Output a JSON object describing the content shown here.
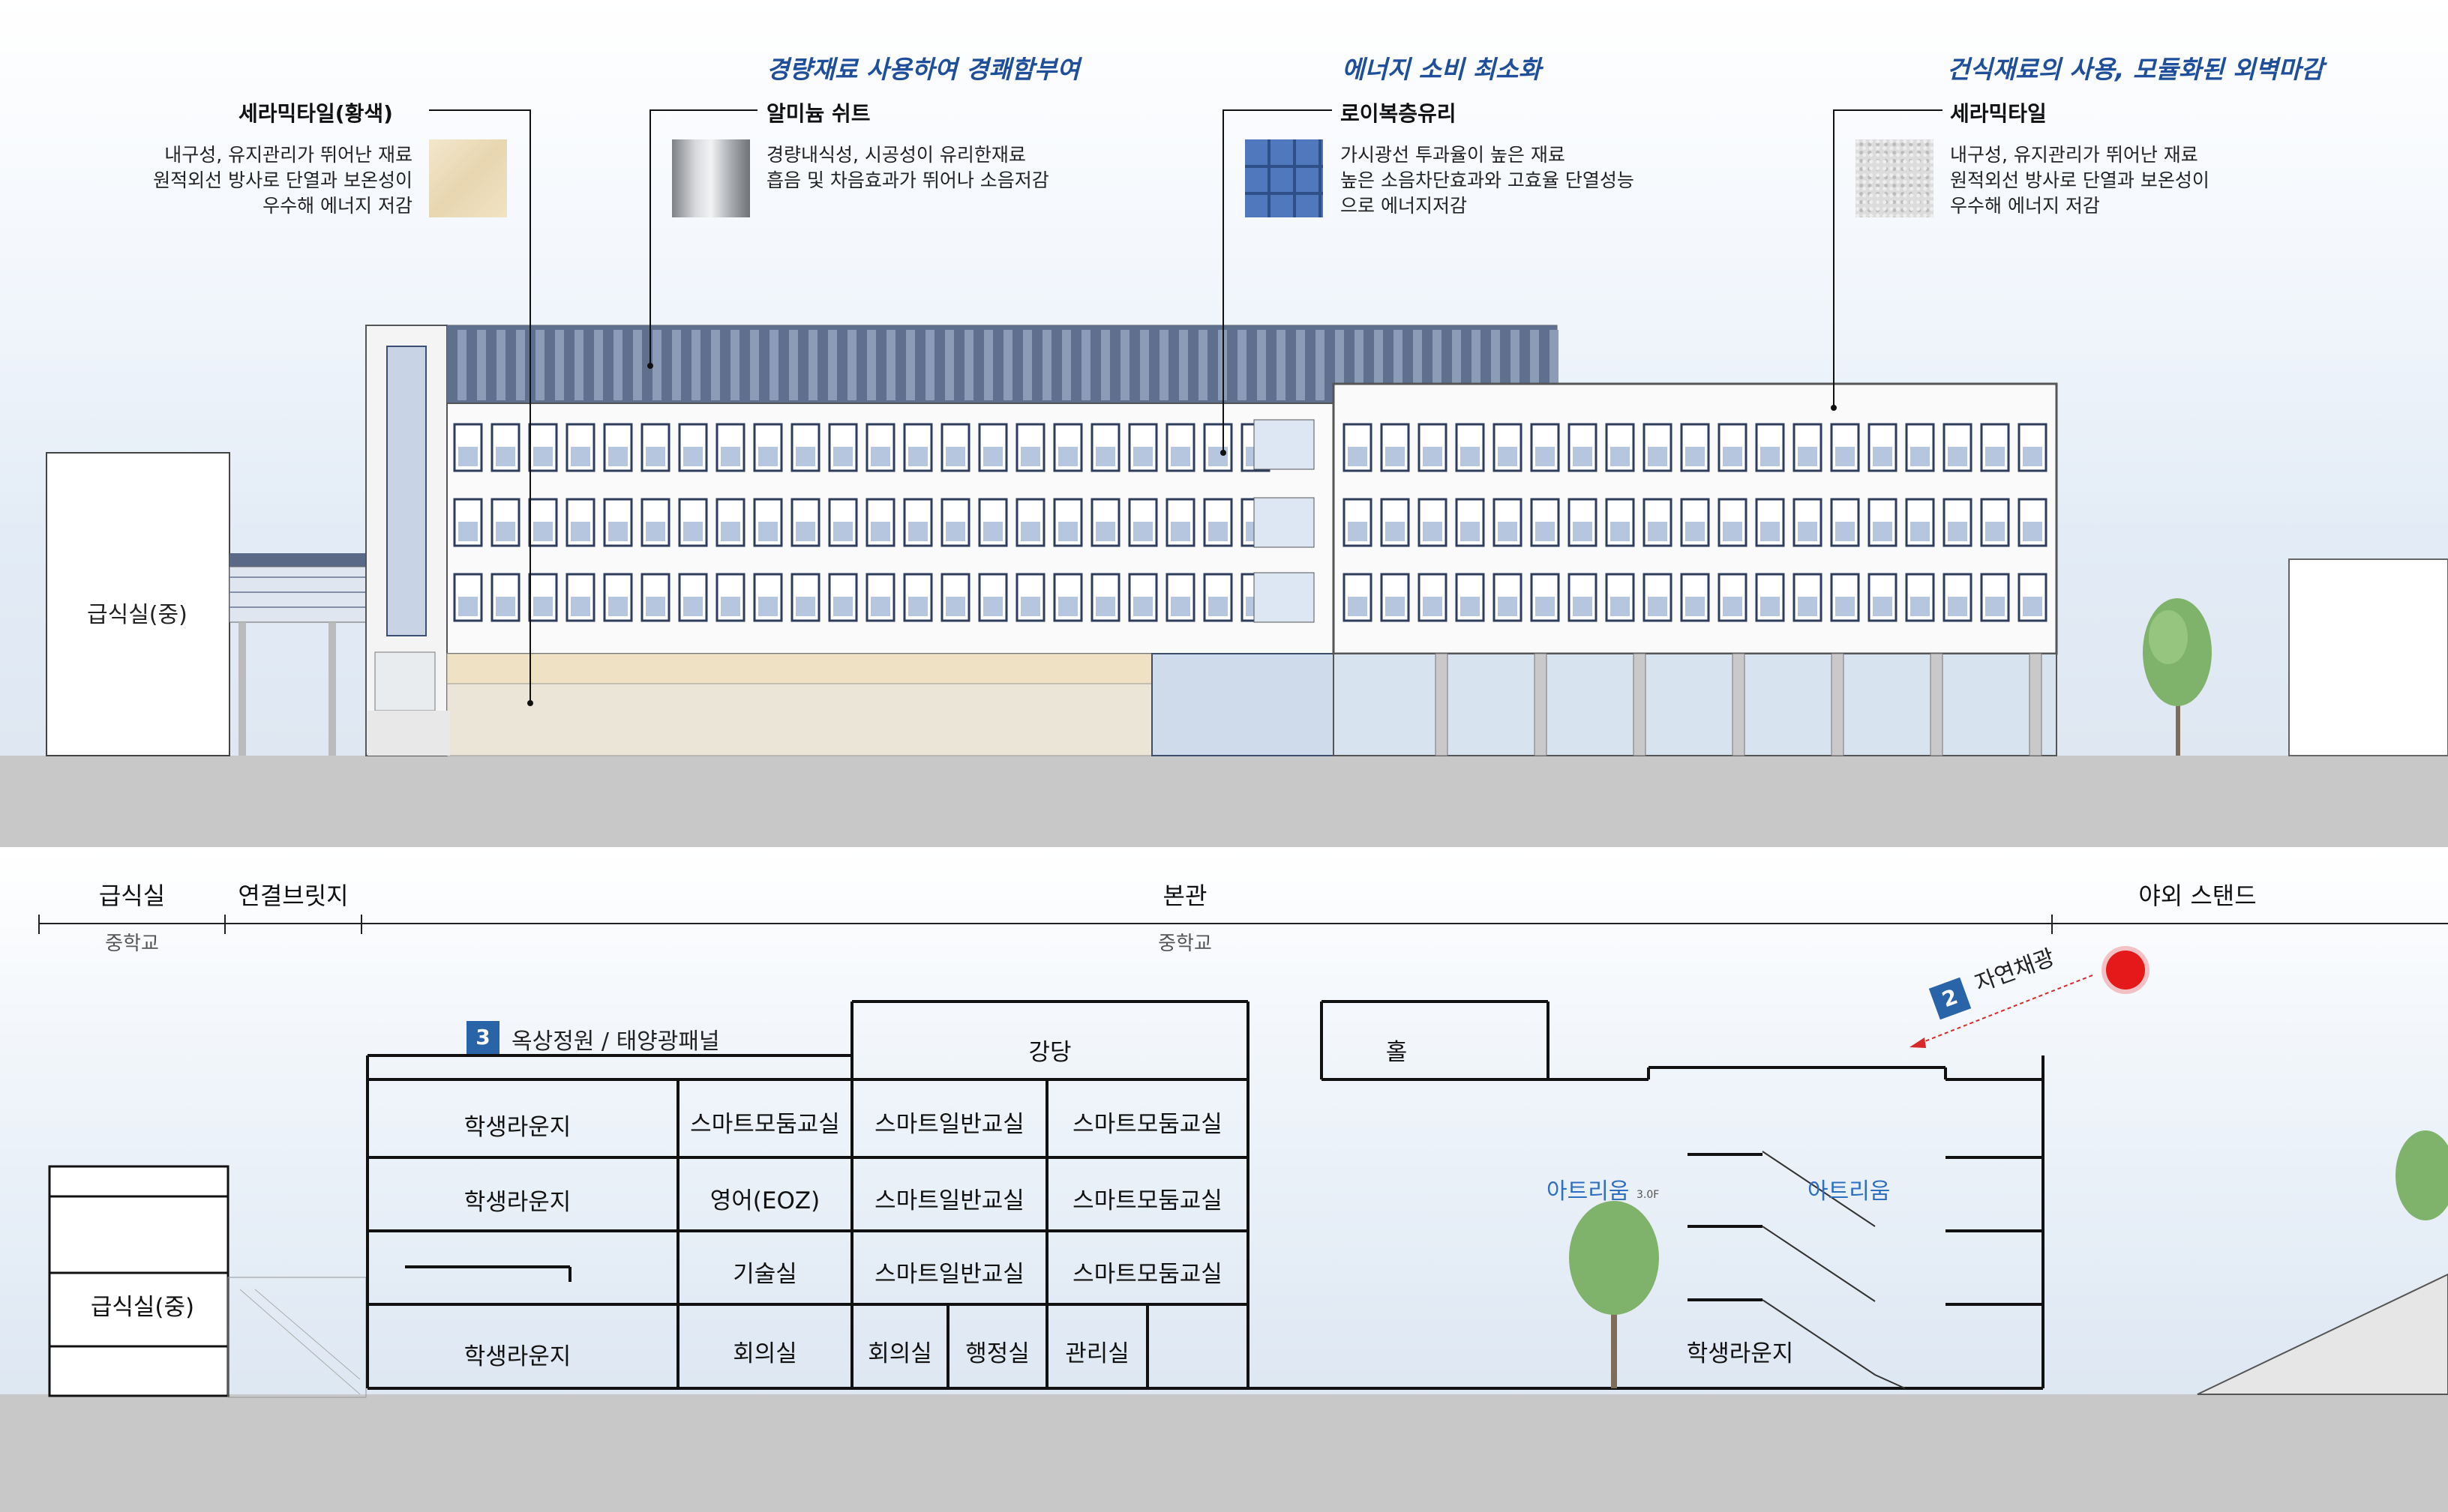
{
  "headings": {
    "h1": "경량재료 사용하여 경쾌함부여",
    "h2": "에너지 소비 최소화",
    "h3": "건식재료의 사용, 모듈화된 외벽마감"
  },
  "materials": [
    {
      "name": "세라믹타일(황색)",
      "desc": [
        "내구성, 유지관리가 뛰어난 재료",
        "원적외선 방사로 단열과 보온성이",
        "우수해 에너지 저감"
      ],
      "swatch_color": "#efe1c0"
    },
    {
      "name": "알미늄 쉬트",
      "desc": [
        "경량내식성, 시공성이 유리한재료",
        "흡음 및 차음효과가 뛰어나 소음저감"
      ],
      "swatch_color": "#b9bcc0"
    },
    {
      "name": "로이복층유리",
      "desc": [
        "가시광선 투과율이 높은 재료",
        "높은 소음차단효과와 고효율 단열성능",
        "으로 에너지저감"
      ],
      "swatch_color": "#5d84c4"
    },
    {
      "name": "세라믹타일",
      "desc": [
        "내구성, 유지관리가 뛰어난 재료",
        "원적외선 방사로 단열과 보온성이",
        "우수해 에너지 저감"
      ],
      "swatch_color": "#dddddd"
    }
  ],
  "elevation": {
    "cafeteria_label": "급식실(중)"
  },
  "zones": [
    {
      "name": "급식실",
      "sub": "중학교"
    },
    {
      "name": "연결브릿지",
      "sub": ""
    },
    {
      "name": "본관",
      "sub": "중학교"
    },
    {
      "name": "야외 스탠드",
      "sub": ""
    }
  ],
  "section": {
    "rooftop_badge": "3",
    "rooftop_label": "옥상정원 / 태양광패널",
    "daylight_badge": "2",
    "daylight_label": "자연채광",
    "auditorium": "강당",
    "hall": "홀",
    "cafeteria": "급식실(중)",
    "rooms": {
      "f4_lounge": "학생라운지",
      "f4_smart_mod1": "스마트모둠교실",
      "f4_smart_gen": "스마트일반교실",
      "f4_smart_mod2": "스마트모둠교실",
      "f3_lounge": "학생라운지",
      "f3_english": "영어(EOZ)",
      "f3_smart_gen": "스마트일반교실",
      "f3_smart_mod": "스마트모둠교실",
      "f2_tech": "기술실",
      "f2_smart_gen": "스마트일반교실",
      "f2_smart_mod": "스마트모둠교실",
      "f1_lounge": "학생라운지",
      "f1_meeting1": "회의실",
      "f1_meeting2": "회의실",
      "f1_admin": "행정실",
      "f1_manage": "관리실",
      "f1_lounge2": "학생라운지"
    },
    "atrium1": "아트리움",
    "atrium1_sub": "3.0F",
    "atrium2": "아트리움"
  }
}
